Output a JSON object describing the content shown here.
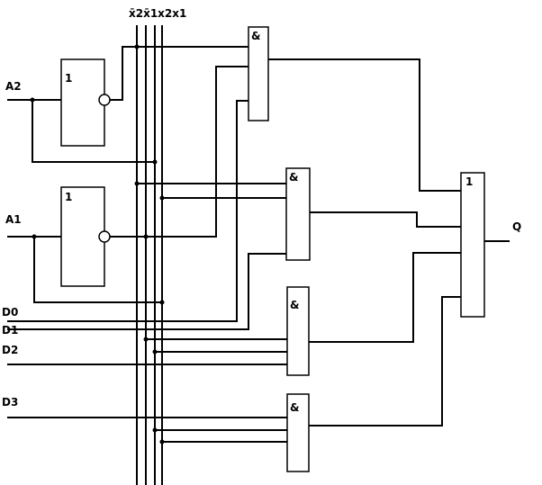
{
  "bus_header": "x̄2x̄1x2x1",
  "inputs": {
    "a2": "A2",
    "a1": "A1",
    "d0": "D0",
    "d1": "D1",
    "d2": "D2",
    "d3": "D3"
  },
  "output": "Q",
  "gates": {
    "not_a2": "1",
    "not_a1": "1",
    "and_d0": "&",
    "and_d1": "&",
    "and_d2": "&",
    "and_d3": "&",
    "or_out": "1"
  }
}
